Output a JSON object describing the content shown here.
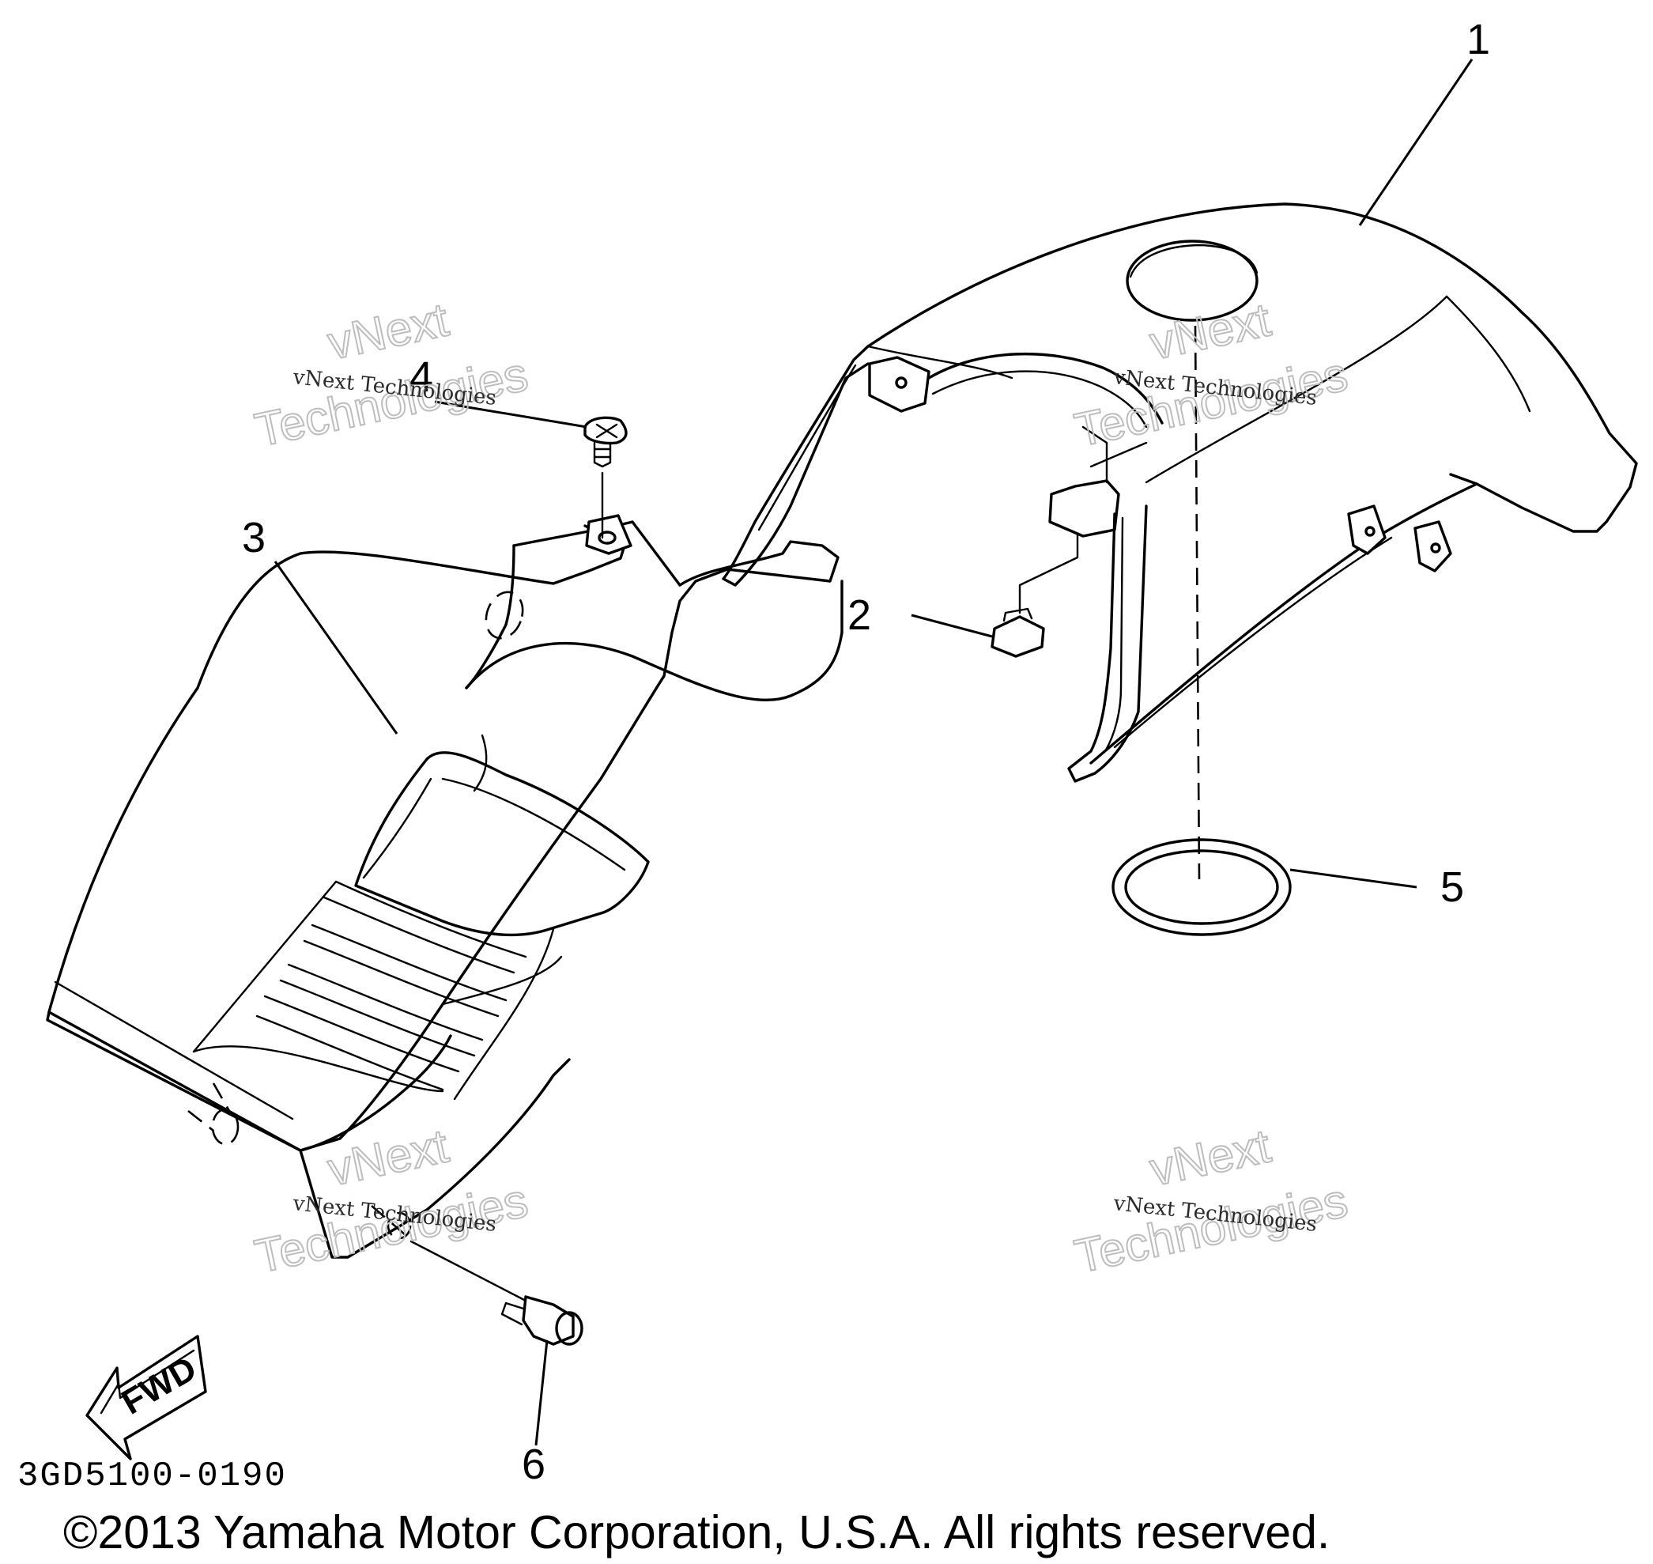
{
  "callouts": {
    "c1": "1",
    "c2": "2",
    "c3": "3",
    "c4": "4",
    "c5": "5",
    "c6": "6"
  },
  "watermark": {
    "line_small": "vNext Technologies",
    "line_big_1": "vNext",
    "line_big_2": "Technologies"
  },
  "fwd_label": "FWD",
  "part_code": "3GD5100-0190",
  "copyright": "©2013 Yamaha Motor Corporation, U.S.A. All rights reserved."
}
